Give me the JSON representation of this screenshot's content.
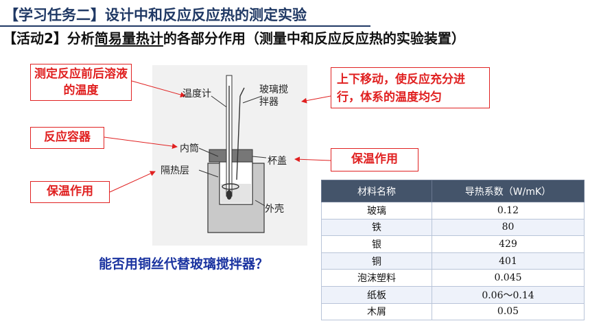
{
  "title": "【学习任务二】设计中和反应反应热的测定实验",
  "subtitle": {
    "prefix": "【活动2】分析",
    "underlined": "简易量热计",
    "suffix": "的各部分作用（测量中和反应反应热的实验装置）"
  },
  "callouts": {
    "measure_temp": "测定反应前后溶液的温度",
    "container": "反应容器",
    "insulation_left": "保温作用",
    "stir": "上下移动，使反应充分进行，体系的温度均匀",
    "insulation_right": "保温作用"
  },
  "diagram_labels": {
    "thermometer": "温度计",
    "stirrer": "玻璃搅拌器",
    "inner": "内筒",
    "lid": "杯盖",
    "insulating_layer": "隔热层",
    "shell": "外壳"
  },
  "question": "能否用铜丝代替玻璃搅拌器？",
  "table": {
    "headers": [
      "材料名称",
      "导热系数（W/mK）"
    ],
    "rows": [
      [
        "玻璃",
        "0.12"
      ],
      [
        "铁",
        "80"
      ],
      [
        "银",
        "429"
      ],
      [
        "铜",
        "401"
      ],
      [
        "泡沫塑料",
        "0.045"
      ],
      [
        "纸板",
        "0.06～0.14"
      ],
      [
        "木屑",
        "0.05"
      ]
    ]
  },
  "colors": {
    "title": "#1f3864",
    "callout": "#e02020",
    "question": "#1a33a0",
    "table_header": "#44546a"
  }
}
